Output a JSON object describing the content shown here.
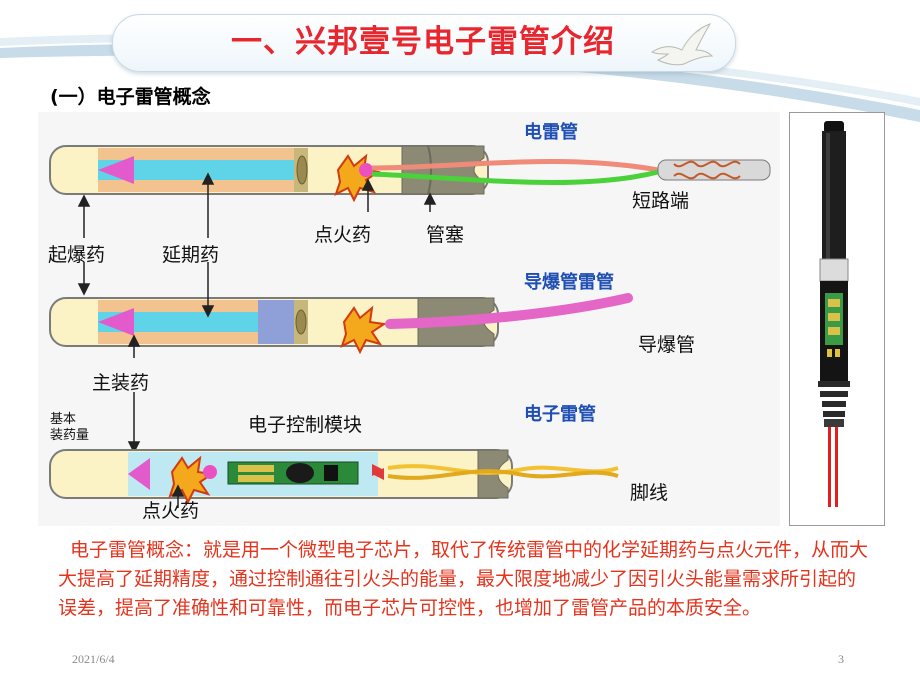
{
  "slide": {
    "title": "一、兴邦壹号电子雷管介绍",
    "subtitle": "(一）电子雷管概念",
    "paragraph": "电子雷管概念：就是用一个微型电子芯片，取代了传统雷管中的化学延期药与点火元件，从而大大提高了延期精度，通过控制通往引火头的能量，最大限度地减少了因引火头能量需求所引起的误差，提高了准确性和可靠性，而电子芯片可控性，也增加了雷管产品的本质安全。",
    "footer_date": "2021/6/4",
    "page_number": "3"
  },
  "diagram": {
    "headers": {
      "electric": "电雷管",
      "shock_tube": "导爆管雷管",
      "electronic": "电子雷管"
    },
    "labels": {
      "short_end": "短路端",
      "ignition_charge_1": "点火药",
      "plug": "管塞",
      "primary_explosive": "起爆药",
      "delay_charge": "延期药",
      "shock_tube": "导爆管",
      "main_charge": "主装药",
      "base_charge_line1": "基本",
      "base_charge_line2": "装药量",
      "control_module": "电子控制模块",
      "leg_wire": "脚线",
      "ignition_charge_2": "点火药"
    },
    "colors": {
      "header_blue": "#1f4fb4",
      "title_red": "#e8262d",
      "paragraph_red": "#e3341e"
    }
  }
}
